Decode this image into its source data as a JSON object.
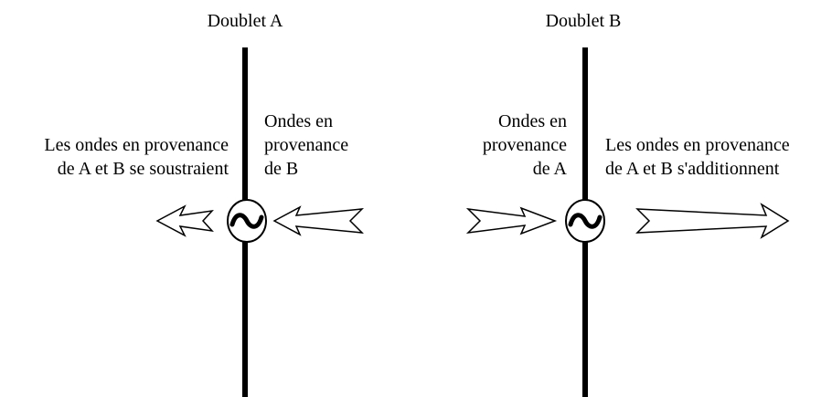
{
  "doublet_a": {
    "title": "Doublet A",
    "incoming_label": [
      "Ondes en",
      "provenance",
      "de B"
    ],
    "outgoing_label": [
      "Les ondes en provenance",
      "de A et B se soustraient"
    ],
    "source_symbol": "~"
  },
  "doublet_b": {
    "title": "Doublet B",
    "incoming_label": [
      "Ondes en",
      "provenance",
      "de A"
    ],
    "outgoing_label": [
      "Les ondes en provenance",
      "de A et B s'additionnent"
    ],
    "source_symbol": "~"
  },
  "colors": {
    "ink": "#000000",
    "paper": "#ffffff"
  },
  "icons": {
    "source": "sine-source-icon",
    "arrow_small": "hollow-arrow-left-icon",
    "arrow_right": "hollow-arrow-right-icon"
  }
}
